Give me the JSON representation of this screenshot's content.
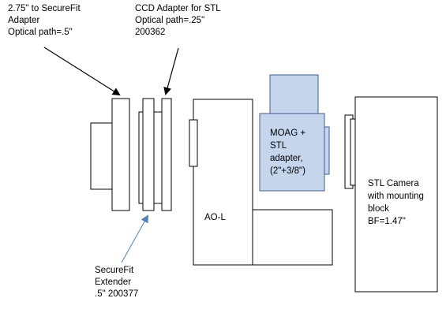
{
  "colors": {
    "stroke": "#000000",
    "part_fill": "#ffffff",
    "moag_fill": "#c5d5ec",
    "moag_stroke": "#3f5e8c",
    "pointer_blue": "#4f81bd"
  },
  "labels": {
    "adapter_securefit": [
      "2.75\" to SecureFit",
      "Adapter",
      "Optical path=.5\""
    ],
    "ccd_adapter": [
      "CCD Adapter for STL",
      "Optical path=.25\"",
      "200362"
    ],
    "moag": [
      "MOAG +",
      "STL",
      "adapter,",
      "(2\"+3/8\")"
    ],
    "stl_camera": [
      "STL Camera",
      "with mounting",
      "block",
      "BF=1.47\""
    ],
    "aol": [
      "AO-L"
    ],
    "securefit_extender": [
      "SecureFit",
      "Extender",
      ".5\" 200377"
    ]
  }
}
